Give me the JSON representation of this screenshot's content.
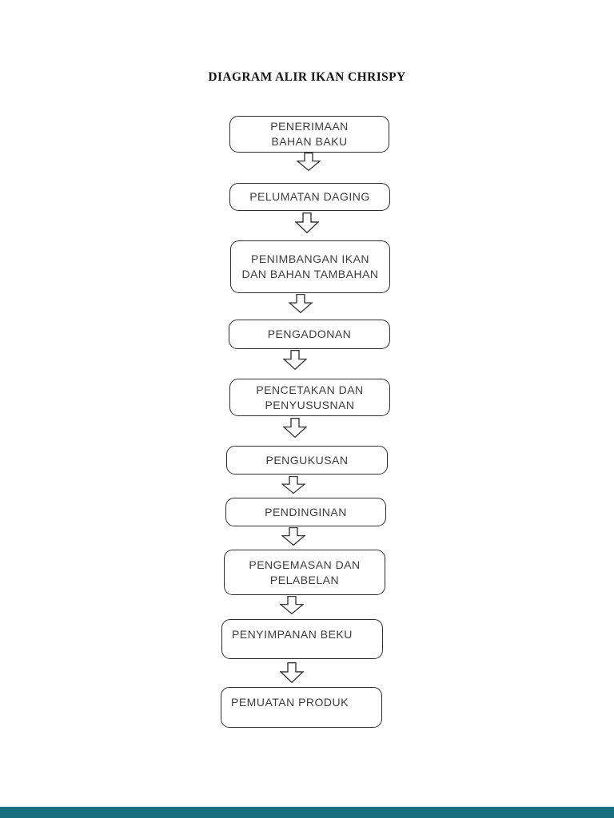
{
  "title": "DIAGRAM ALIR IKAN CHRISPY",
  "flow": {
    "steps": [
      {
        "label": "PENERIMAAN\nBAHAN BAKU"
      },
      {
        "label": "PELUMATAN DAGING"
      },
      {
        "label": "PENIMBANGAN IKAN\nDAN BAHAN TAMBAHAN"
      },
      {
        "label": "PENGADONAN"
      },
      {
        "label": "PENCETAKAN DAN\nPENYUSUSNAN"
      },
      {
        "label": "PENGUKUSAN"
      },
      {
        "label": "PENDINGINAN"
      },
      {
        "label": "PENGEMASAN DAN\nPELABELAN"
      },
      {
        "label": "PENYIMPANAN BEKU"
      },
      {
        "label": "PEMUATAN PRODUK"
      }
    ],
    "connector": "down-arrow"
  },
  "colors": {
    "footer_bar": "#156f7e",
    "box_border": "#2e2e2e",
    "text": "#3d3d3d"
  }
}
